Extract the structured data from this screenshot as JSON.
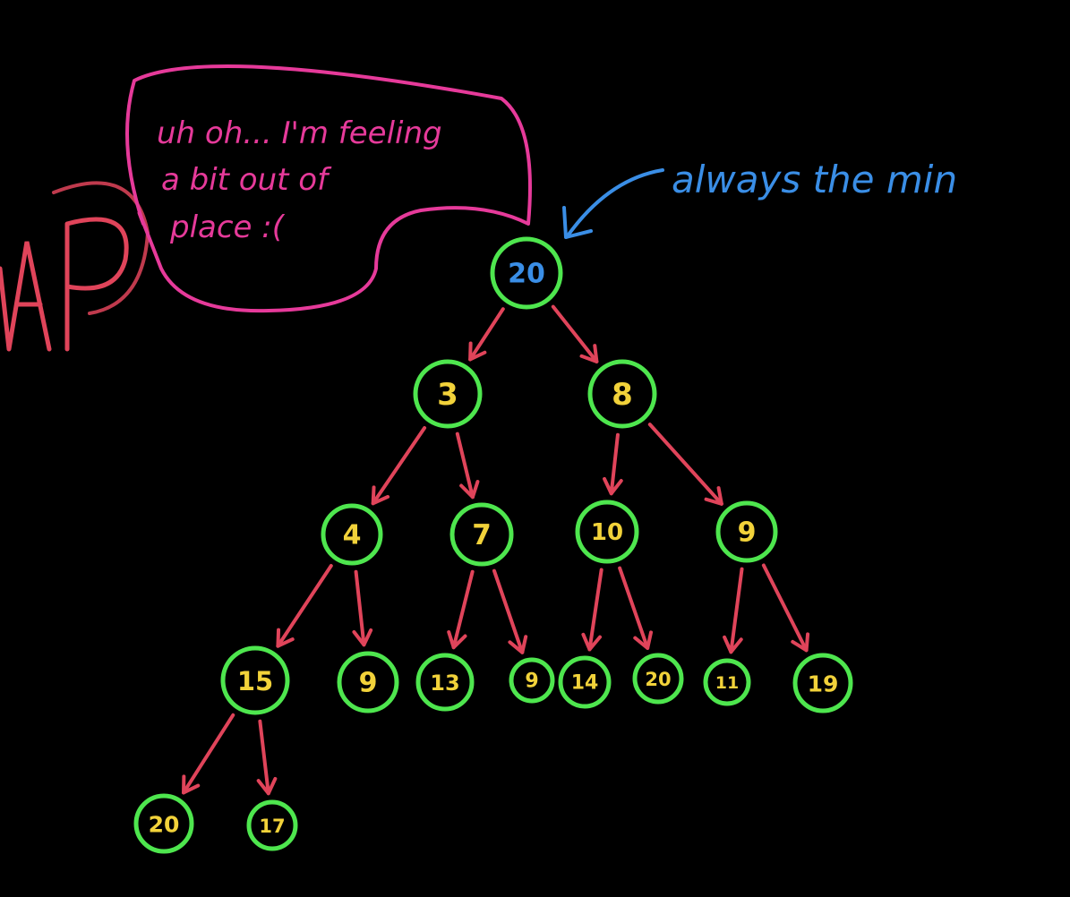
{
  "colors": {
    "background": "#000000",
    "node_stroke": "#4ee64e",
    "node_text": "#f2d23a",
    "root_text": "#3a8ee6",
    "edge": "#e0445a",
    "bubble": "#e63a9a",
    "annotation": "#3a8ee6",
    "heap_letters": "#e0445a"
  },
  "heap_title_fragment": "AP",
  "speech_bubble": {
    "line1": "uh oh... I'm feeling",
    "line2": "a bit out of",
    "line3": "place :("
  },
  "annotation": {
    "text": "always the min"
  },
  "tree": {
    "nodes": [
      {
        "id": "n0",
        "label": "20",
        "root": true
      },
      {
        "id": "n1",
        "label": "3"
      },
      {
        "id": "n2",
        "label": "8"
      },
      {
        "id": "n3",
        "label": "4"
      },
      {
        "id": "n4",
        "label": "7"
      },
      {
        "id": "n5",
        "label": "10"
      },
      {
        "id": "n6",
        "label": "9"
      },
      {
        "id": "n7",
        "label": "15"
      },
      {
        "id": "n8",
        "label": "9"
      },
      {
        "id": "n9",
        "label": "13"
      },
      {
        "id": "n10",
        "label": "9"
      },
      {
        "id": "n11",
        "label": "14"
      },
      {
        "id": "n12",
        "label": "20"
      },
      {
        "id": "n13",
        "label": "11"
      },
      {
        "id": "n14",
        "label": "19"
      },
      {
        "id": "n15",
        "label": "20"
      },
      {
        "id": "n16",
        "label": "17"
      }
    ],
    "edges": [
      [
        "n0",
        "n1"
      ],
      [
        "n0",
        "n2"
      ],
      [
        "n1",
        "n3"
      ],
      [
        "n1",
        "n4"
      ],
      [
        "n2",
        "n5"
      ],
      [
        "n2",
        "n6"
      ],
      [
        "n3",
        "n7"
      ],
      [
        "n3",
        "n8"
      ],
      [
        "n4",
        "n9"
      ],
      [
        "n4",
        "n10"
      ],
      [
        "n5",
        "n11"
      ],
      [
        "n5",
        "n12"
      ],
      [
        "n6",
        "n13"
      ],
      [
        "n6",
        "n14"
      ],
      [
        "n7",
        "n15"
      ],
      [
        "n7",
        "n16"
      ]
    ]
  }
}
